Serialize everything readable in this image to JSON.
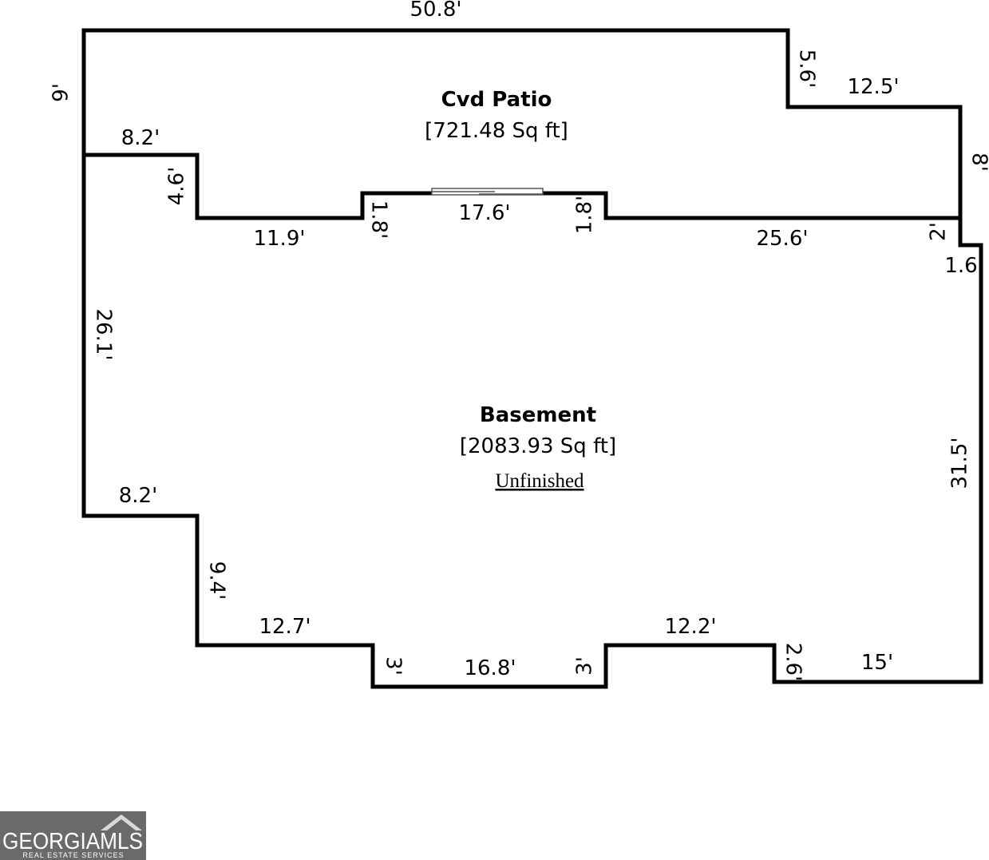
{
  "rooms": {
    "patio": {
      "name": "Cvd Patio",
      "area": "[721.48 Sq ft]"
    },
    "basement": {
      "name": "Basement",
      "area": "[2083.93 Sq ft]",
      "status": "Unfinished"
    }
  },
  "dimensions": {
    "top": "50.8'",
    "left_upper": "9'",
    "step_top_right": "5.6'",
    "top_right": "12.5'",
    "right_upper": "8'",
    "patio_left_ledge": "8.2'",
    "patio_left_drop": "4.6'",
    "wall_left": "11.9'",
    "notch_left": "1.8'",
    "door_width": "17.6'",
    "notch_right": "1.8'",
    "wall_right": "25.6'",
    "right_step_v": "2'",
    "right_step_h": "1.6",
    "left_long": "26.1'",
    "right_long": "31.5'",
    "bottom_left_ledge": "8.2'",
    "bottom_left_drop": "9.4'",
    "bottom_a": "12.7'",
    "bottom_notch_l": "3'",
    "bottom_b": "16.8'",
    "bottom_notch_r": "3'",
    "bottom_c": "12.2'",
    "bottom_step": "2.6'",
    "bottom_d": "15'"
  },
  "logo": {
    "main": "GEORGIAMLS",
    "sub": "REAL ESTATE SERVICES"
  },
  "colors": {
    "wall": "#000000",
    "logo_bg": "#6a6a6a"
  }
}
